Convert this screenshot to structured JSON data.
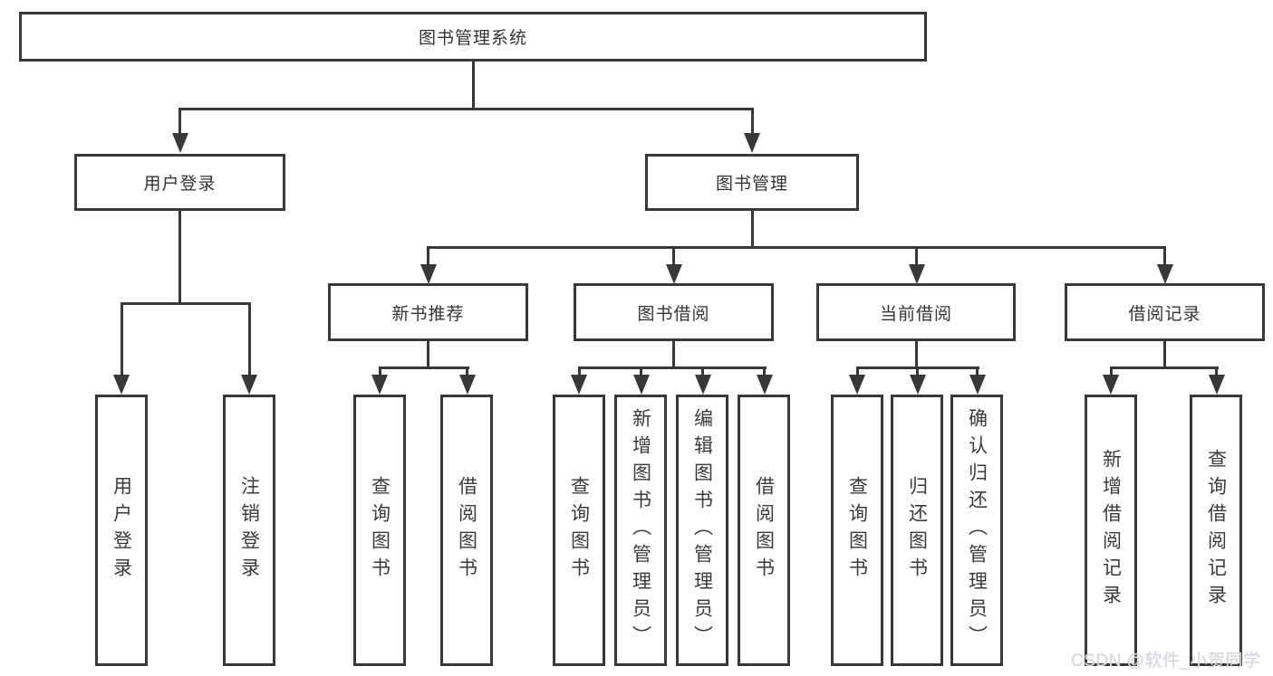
{
  "diagram": {
    "root": {
      "label": "图书管理系统",
      "children": [
        {
          "label": "用户登录",
          "children": [
            {
              "label": "用户登录"
            },
            {
              "label": "注销登录"
            }
          ]
        },
        {
          "label": "图书管理",
          "children": [
            {
              "label": "新书推荐",
              "children": [
                {
                  "label": "查询图书"
                },
                {
                  "label": "借阅图书"
                }
              ]
            },
            {
              "label": "图书借阅",
              "children": [
                {
                  "label": "查询图书"
                },
                {
                  "label": "新增图书（管理员）"
                },
                {
                  "label": "编辑图书（管理员）"
                },
                {
                  "label": "借阅图书"
                }
              ]
            },
            {
              "label": "当前借阅",
              "children": [
                {
                  "label": "查询图书"
                },
                {
                  "label": "归还图书"
                },
                {
                  "label": "确认归还（管理员）"
                }
              ]
            },
            {
              "label": "借阅记录",
              "children": [
                {
                  "label": "新增借阅记录"
                },
                {
                  "label": "查询借阅记录"
                }
              ]
            }
          ]
        }
      ]
    }
  },
  "watermark": "CSDN @软件_小贺同学",
  "colors": {
    "line": "#383838",
    "box_border": "#383838",
    "text": "#333333",
    "background": "#ffffff",
    "watermark": "#d8d9de"
  }
}
